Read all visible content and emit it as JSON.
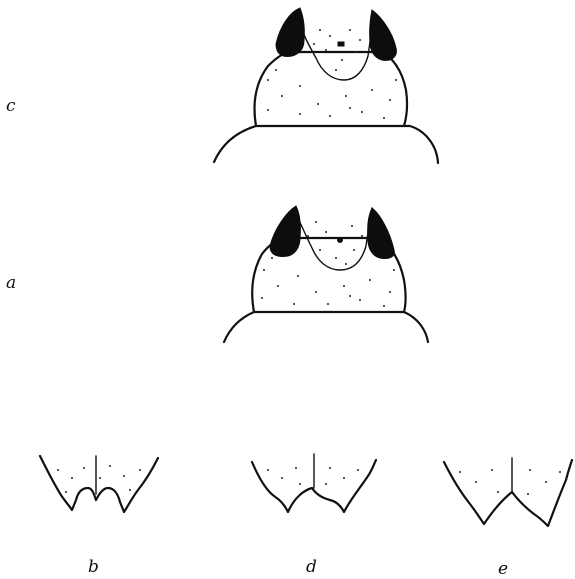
{
  "labels": {
    "c": "c",
    "a": "a",
    "b": "b",
    "d": "d",
    "e": "e"
  },
  "icons": {
    "head_c": "insect-head-dorsal-view-icon",
    "head_a": "insect-head-dorsal-view-icon",
    "abdomen_b": "abdominal-apex-icon",
    "abdomen_d": "abdominal-apex-icon",
    "abdomen_e": "abdominal-apex-icon"
  },
  "colors": {
    "ink": "#111111",
    "paper": "#ffffff"
  }
}
